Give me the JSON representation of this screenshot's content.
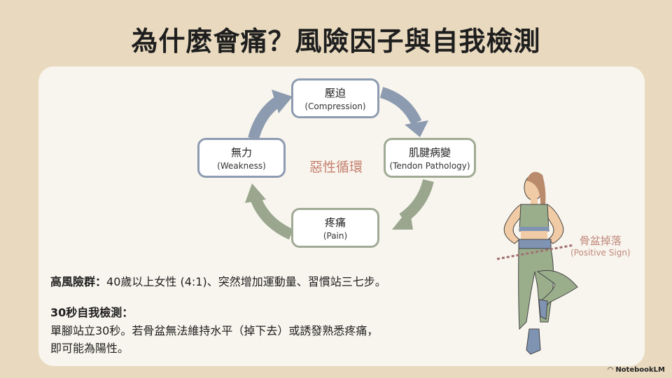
{
  "title": "為什麼會痛？風險因子與自我檢測",
  "cycle": {
    "center_label": "惡性循環",
    "nodes": [
      {
        "zh": "壓迫",
        "en": "(Compression)"
      },
      {
        "zh": "肌腱病變",
        "en": "(Tendon Pathology)"
      },
      {
        "zh": "疼痛",
        "en": "(Pain)"
      },
      {
        "zh": "無力",
        "en": "(Weakness)"
      }
    ]
  },
  "risk": {
    "label": "高風險群：",
    "text": "40歲以上女性 (4:1)、突然增加運動量、習慣站三七步。"
  },
  "test": {
    "label": "30秒自我檢測：",
    "line1": "單腳站立30秒。若骨盆無法維持水平（掉下去）或誘發熟悉疼痛，",
    "line2": "即可能為陽性。"
  },
  "figure": {
    "sign_zh": "骨盆掉落",
    "sign_en": "(Positive Sign)"
  },
  "brand": "NotebookLM",
  "colors": {
    "background": "#e9dabf",
    "card": "#f8f5ee",
    "blue_arrow": "#8d9bb0",
    "green_arrow": "#9aa68e",
    "accent": "#c47f6e"
  }
}
